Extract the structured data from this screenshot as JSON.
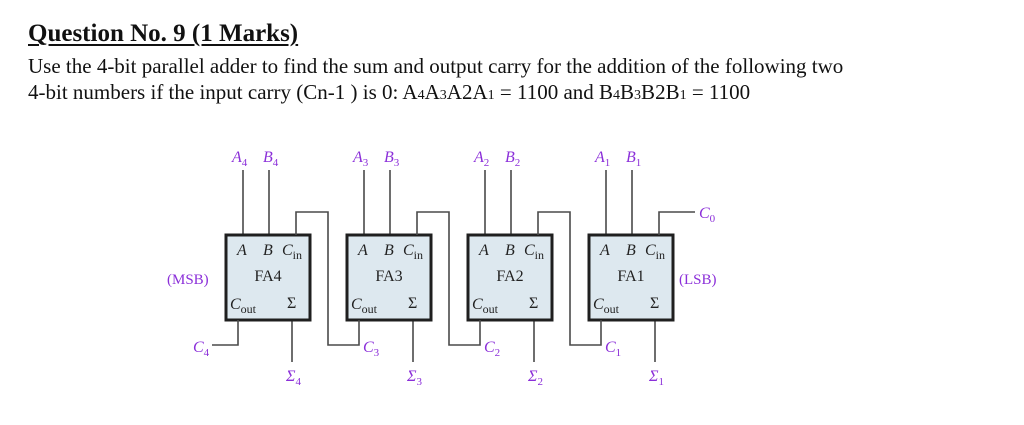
{
  "question": {
    "title": "Question No. 9 (1 Marks)",
    "line1": "Use the 4-bit parallel adder to find the sum and output carry for the addition of the following two",
    "line2_parts": {
      "prefix": "4-bit numbers if the input carry (Cn-1 ) is 0: A",
      "a4": "4",
      "a": "A",
      "a3": "3",
      "a2_letter": "A",
      "a2": "2",
      "a1_letter": "A",
      "a1": "1",
      "mid": " = 1100 and B",
      "b4": "4",
      "b3_letter": "B",
      "b3": "3",
      "b2_letter": "B",
      "b2": "2",
      "b1_letter": "B",
      "b1": "1",
      "suffix": " = 1100"
    },
    "A_value": "1100",
    "B_value": "1100",
    "input_carry": "0"
  },
  "diagram": {
    "colors": {
      "label": "#8b2fd9",
      "box_fill": "#dde8ef",
      "box_border": "#1f1f1f",
      "wire": "#4a4a4a"
    },
    "msb_label": "(MSB)",
    "lsb_label": "(LSB)",
    "pin_labels": {
      "a": "A",
      "b": "B",
      "cin": "C",
      "cin_sub": "in",
      "cout": "C",
      "cout_sub": "out",
      "sum": "Σ"
    },
    "adders": [
      {
        "name": "FA4",
        "a_label": "A",
        "a_sub": "4",
        "b_label": "B",
        "b_sub": "4",
        "sum_label": "Σ",
        "sum_sub": "4",
        "carry_label": "C",
        "carry_sub": "4"
      },
      {
        "name": "FA3",
        "a_label": "A",
        "a_sub": "3",
        "b_label": "B",
        "b_sub": "3",
        "sum_label": "Σ",
        "sum_sub": "3",
        "carry_label": "C",
        "carry_sub": "3"
      },
      {
        "name": "FA2",
        "a_label": "A",
        "a_sub": "2",
        "b_label": "B",
        "b_sub": "2",
        "sum_label": "Σ",
        "sum_sub": "2",
        "carry_label": "C",
        "carry_sub": "2"
      },
      {
        "name": "FA1",
        "a_label": "A",
        "a_sub": "1",
        "b_label": "B",
        "b_sub": "1",
        "sum_label": "Σ",
        "sum_sub": "1",
        "carry_label": "C",
        "carry_sub": "1"
      }
    ],
    "input_carry_label": "C",
    "input_carry_sub": "0"
  }
}
